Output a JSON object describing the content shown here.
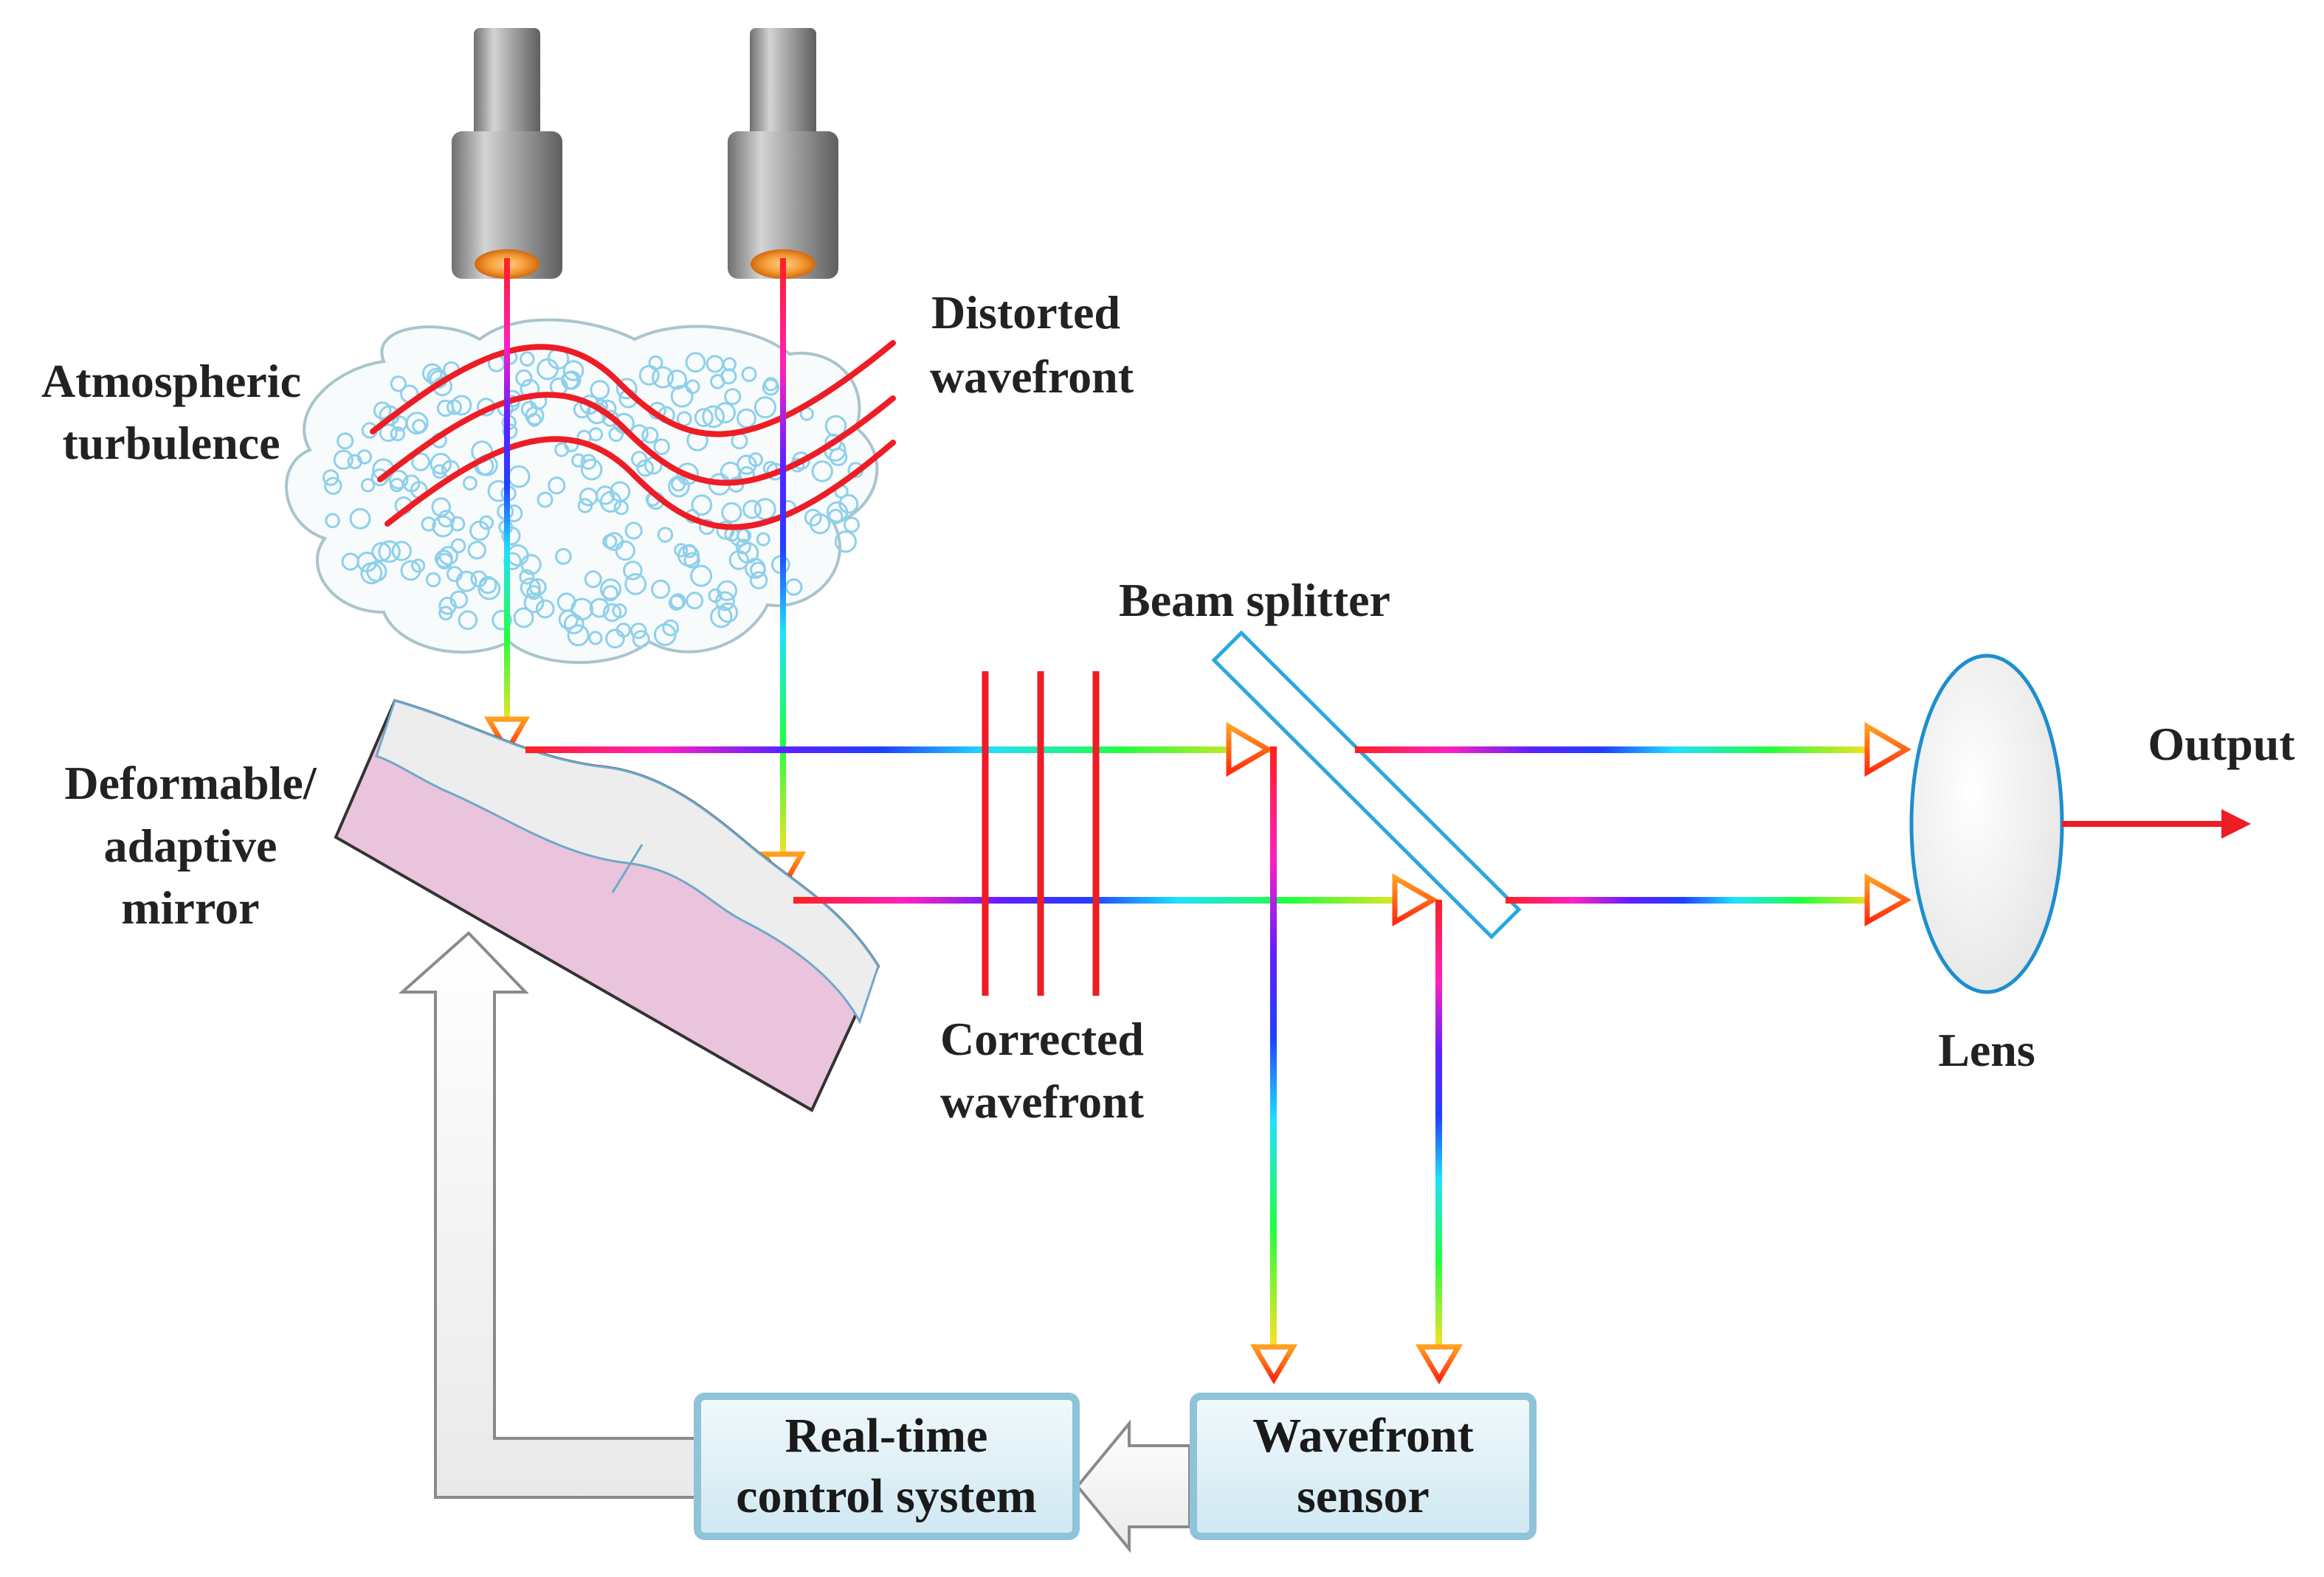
{
  "labels": {
    "atmospheric_line1": "Atmospheric",
    "atmospheric_line2": "turbulence",
    "distorted_line1": "Distorted",
    "distorted_line2": "wavefront",
    "beam_splitter": "Beam splitter",
    "output": "Output",
    "deformable_line1": "Deformable/",
    "deformable_line2": "adaptive",
    "deformable_line3": "mirror",
    "corrected_line1": "Corrected",
    "corrected_line2": "wavefront",
    "lens": "Lens"
  },
  "boxes": {
    "control_line1": "Real-time",
    "control_line2": "control system",
    "sensor_line1": "Wavefront",
    "sensor_line2": "sensor"
  },
  "colors": {
    "wavefront_red": "#ee1c25",
    "box_border": "#8ec3d9",
    "box_fill": "#d9eef6",
    "mirror_pink": "#e9c4dc",
    "splitter_border": "#29a8df"
  }
}
